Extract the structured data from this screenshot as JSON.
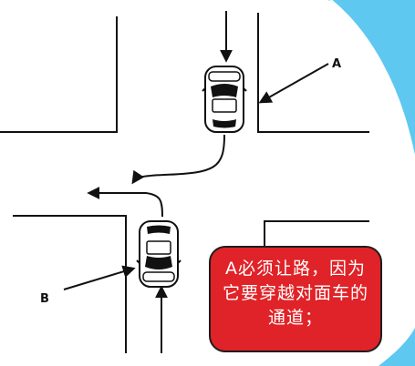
{
  "labels": {
    "car_a": "A",
    "car_b": "B"
  },
  "callout": {
    "line1": "A必须让路，因为",
    "line2": "它要穿越对面车的",
    "line3": "通道；"
  },
  "colors": {
    "road_line": "#111111",
    "callout_fill": "#e02328",
    "callout_text": "#ffffff",
    "corner_accent": "#5ec8f0"
  }
}
